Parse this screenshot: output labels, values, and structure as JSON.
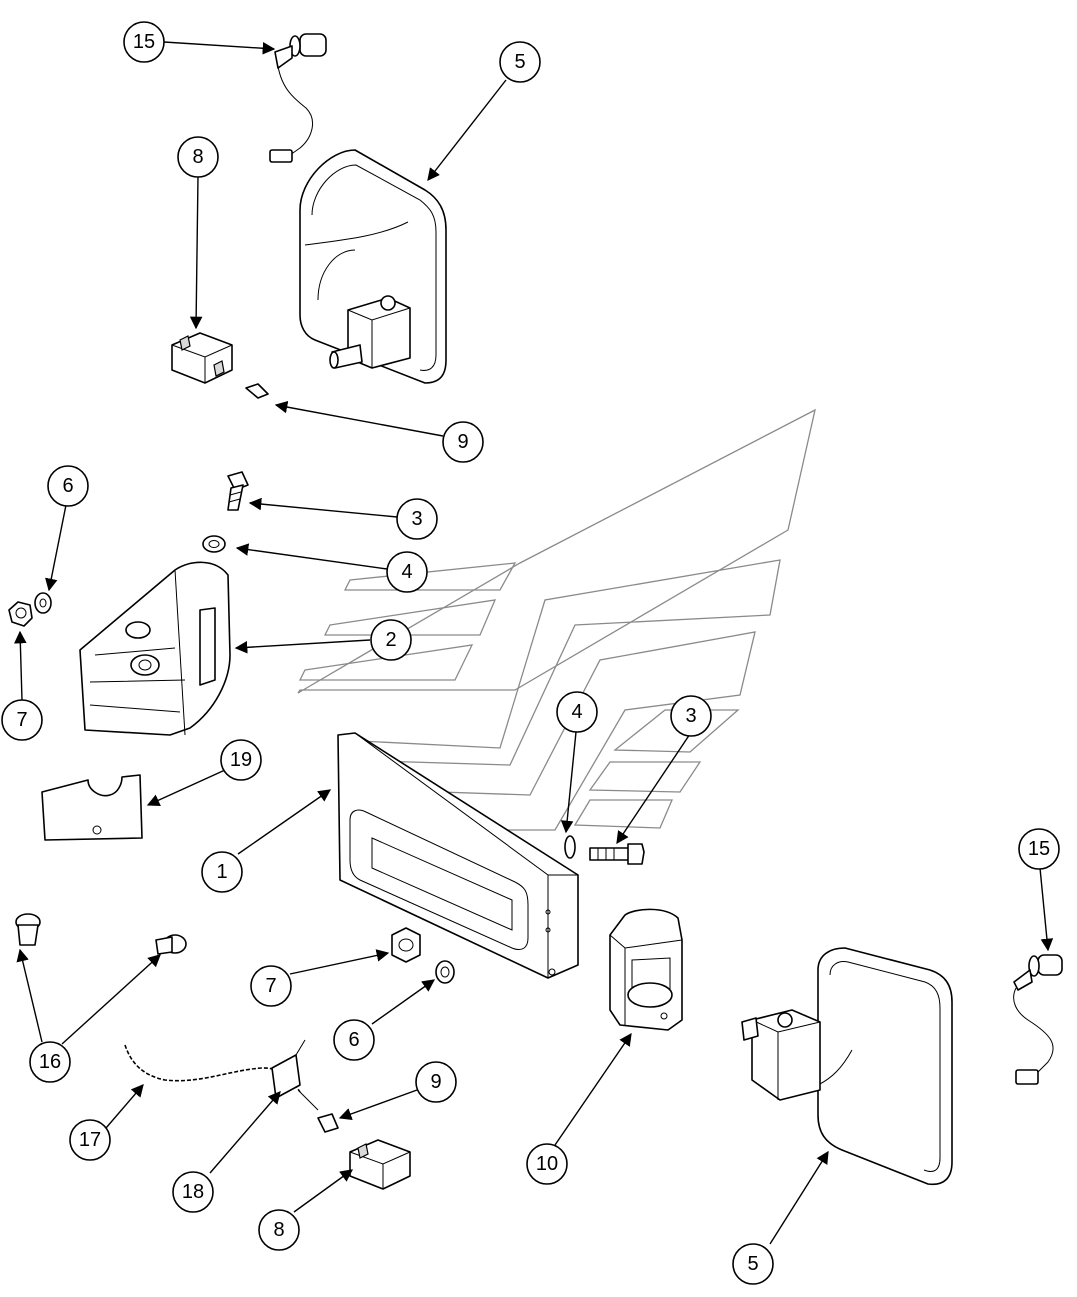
{
  "callouts": [
    {
      "id": "c15a",
      "label": "15"
    },
    {
      "id": "c5a",
      "label": "5"
    },
    {
      "id": "c8a",
      "label": "8"
    },
    {
      "id": "c9a",
      "label": "9"
    },
    {
      "id": "c6a",
      "label": "6"
    },
    {
      "id": "c3a",
      "label": "3"
    },
    {
      "id": "c4a",
      "label": "4"
    },
    {
      "id": "c2",
      "label": "2"
    },
    {
      "id": "c7a",
      "label": "7"
    },
    {
      "id": "c19",
      "label": "19"
    },
    {
      "id": "c4b",
      "label": "4"
    },
    {
      "id": "c3b",
      "label": "3"
    },
    {
      "id": "c1",
      "label": "1"
    },
    {
      "id": "c15b",
      "label": "15"
    },
    {
      "id": "c7b",
      "label": "7"
    },
    {
      "id": "c6b",
      "label": "6"
    },
    {
      "id": "c16",
      "label": "16"
    },
    {
      "id": "c9b",
      "label": "9"
    },
    {
      "id": "c17",
      "label": "17"
    },
    {
      "id": "c10",
      "label": "10"
    },
    {
      "id": "c18",
      "label": "18"
    },
    {
      "id": "c8b",
      "label": "8"
    },
    {
      "id": "c5b",
      "label": "5"
    }
  ],
  "colors": {
    "line": "#000000",
    "paper": "#ffffff",
    "watermark": "#8a8a8a"
  }
}
